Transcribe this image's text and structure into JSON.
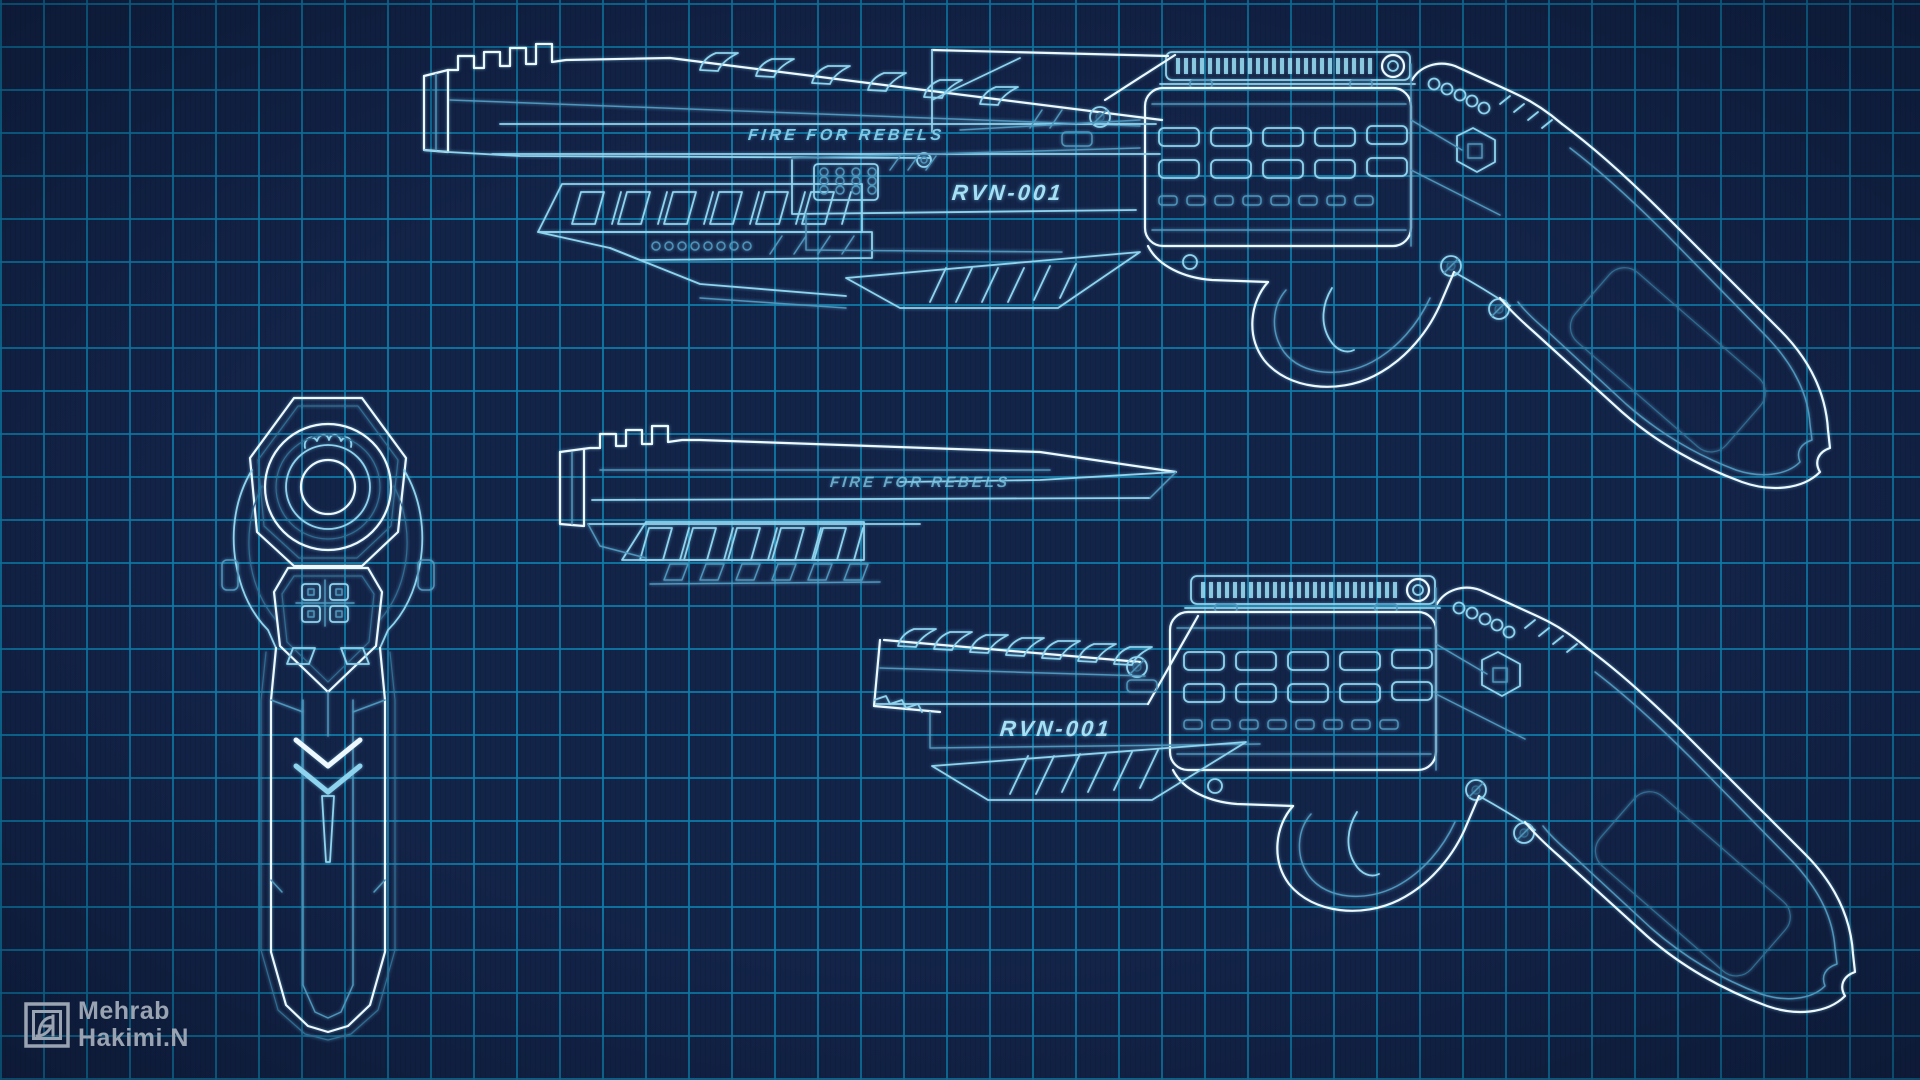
{
  "weapon_markings": {
    "engraving": "FIRE FOR REBELS",
    "serial": "RVN-001"
  },
  "signature": {
    "line1": "Mehrab",
    "line2": "Hakimi.N",
    "logo_icon": "mh-monogram-logo"
  },
  "palette": {
    "background": "#132449",
    "grid_line": "#0d7daa",
    "line_primary": "#edf8ff",
    "line_accent": "#8fd4ee",
    "line_dim": "#4d96bd",
    "signature_gray": "#99a3b1"
  }
}
